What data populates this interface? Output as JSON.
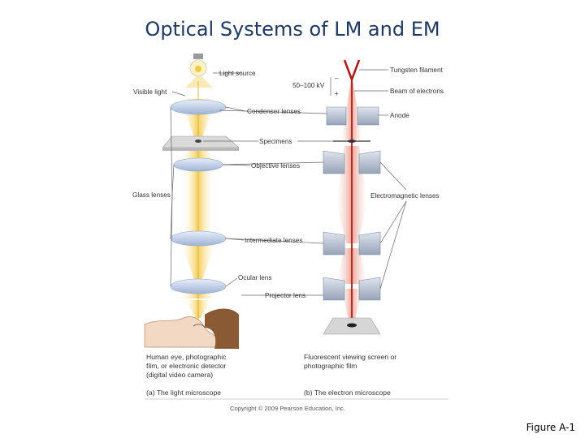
{
  "title": "Optical Systems of LM and EM",
  "figure_label": "Figure A-1",
  "light_microscope": {
    "caption": "(a) The light microscope",
    "labels": {
      "light_source": "Light source",
      "visible_light": "Visible light",
      "condenser_lenses": "Condenser lenses",
      "specimens": "Specimens",
      "objective_lenses": "Objective lenses",
      "glass_lenses": "Glass lenses",
      "intermediate_lenses": "Intermediate lenses",
      "ocular_lens": "Ocular lens",
      "projector_lens": "Projector lens"
    },
    "detector": [
      "Human eye, photographic",
      "film, or electronic detector",
      "(digital video camera)"
    ]
  },
  "electron_microscope": {
    "caption": "(b) The electron microscope",
    "labels": {
      "tungsten_filament": "Tungsten filament",
      "voltage": "50–100 kV",
      "minus_sign": "–",
      "plus_sign": "+",
      "beam_of_electrons": "Beam of electrons",
      "anode": "Anode",
      "electromagnetic_lenses": "Electromagnetic lenses"
    },
    "screen": [
      "Fluorescent viewing screen or",
      "photographic film"
    ]
  },
  "copyright": "Copyright © 2009 Pearson Education, Inc.",
  "colors": {
    "title": "#1f3864",
    "light_beam": "#f2c94c",
    "electron_beam": "#b01c1c",
    "lens": "#c5d3ea",
    "magnet": "#b7c2d4"
  }
}
